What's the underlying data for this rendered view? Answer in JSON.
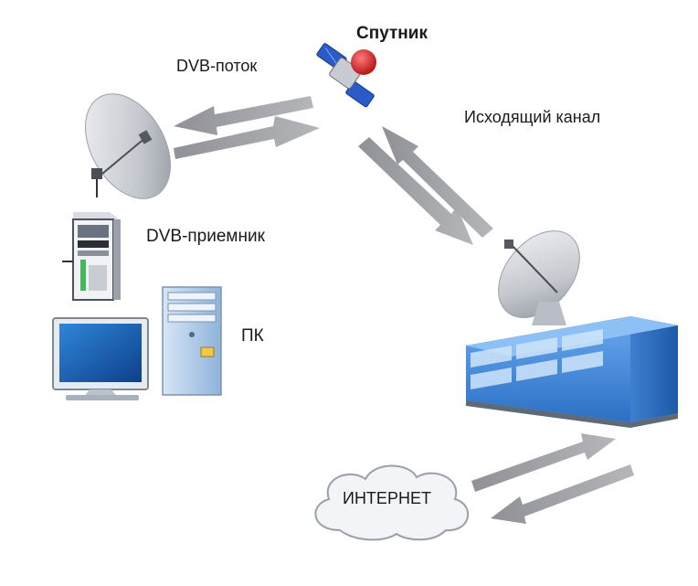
{
  "labels": {
    "satellite": "Спутник",
    "dvb_stream": "DVB-поток",
    "uplink": "Исходящий канал",
    "dvb_receiver": "DVB-приемник",
    "pc": "ПК",
    "internet": "ИНТЕРНЕТ"
  },
  "colors": {
    "arrow": "#9a9a9a",
    "building_blue": "#4a8fd8",
    "building_light": "#b8d8f4",
    "satellite_red": "#d81c1c",
    "satellite_panel": "#2a5bc8",
    "monitor_screen": "#1f74c8",
    "pc_case": "#a9c7e6",
    "dish": "#c9cdd3"
  }
}
